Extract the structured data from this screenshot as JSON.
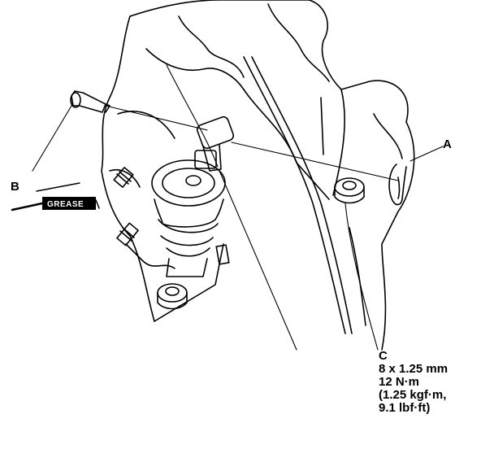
{
  "callouts": {
    "a": "A",
    "b": "B",
    "c": "C"
  },
  "spec": {
    "size": "8 x 1.25 mm",
    "torque_nm": "12 N·m",
    "torque_kgfm": "(1.25 kgf·m,",
    "torque_lbfft": "9.1 lbf·ft)"
  },
  "grease_tag": "GREASE",
  "colors": {
    "ink": "#000000",
    "paper": "#ffffff"
  }
}
